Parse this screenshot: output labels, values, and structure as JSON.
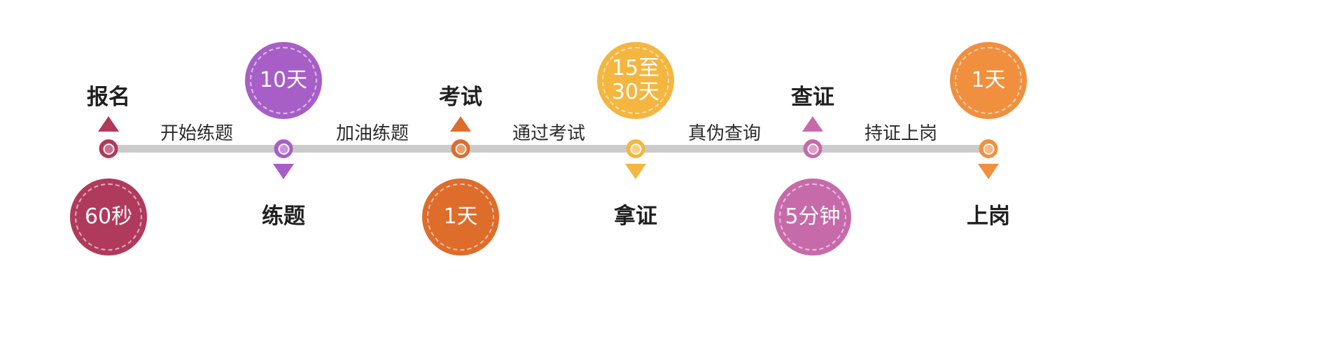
{
  "timeline": {
    "bar_color": "#cbcbcb",
    "segments": [
      {
        "label": "开始练题"
      },
      {
        "label": "加油练题"
      },
      {
        "label": "通过考试"
      },
      {
        "label": "真伪查询"
      },
      {
        "label": "持证上岗"
      }
    ],
    "nodes": [
      {
        "label": "报名",
        "duration": "60秒",
        "color": "#b03a5c",
        "light_color": "#cb7090",
        "layout": "label-top"
      },
      {
        "label": "练题",
        "duration": "10天",
        "color": "#a75fc7",
        "light_color": "#c795dd",
        "layout": "label-bottom"
      },
      {
        "label": "考试",
        "duration": "1天",
        "color": "#de6c2b",
        "light_color": "#ea9c6b",
        "layout": "label-top"
      },
      {
        "label": "拿证",
        "duration": "15至\n30天",
        "color": "#f4b63f",
        "light_color": "#f8d184",
        "layout": "label-bottom"
      },
      {
        "label": "查证",
        "duration": "5分钟",
        "color": "#c76aaa",
        "light_color": "#dd9fc8",
        "layout": "label-top"
      },
      {
        "label": "上岗",
        "duration": "1天",
        "color": "#f0903f",
        "light_color": "#f6ba82",
        "layout": "label-bottom"
      }
    ]
  }
}
